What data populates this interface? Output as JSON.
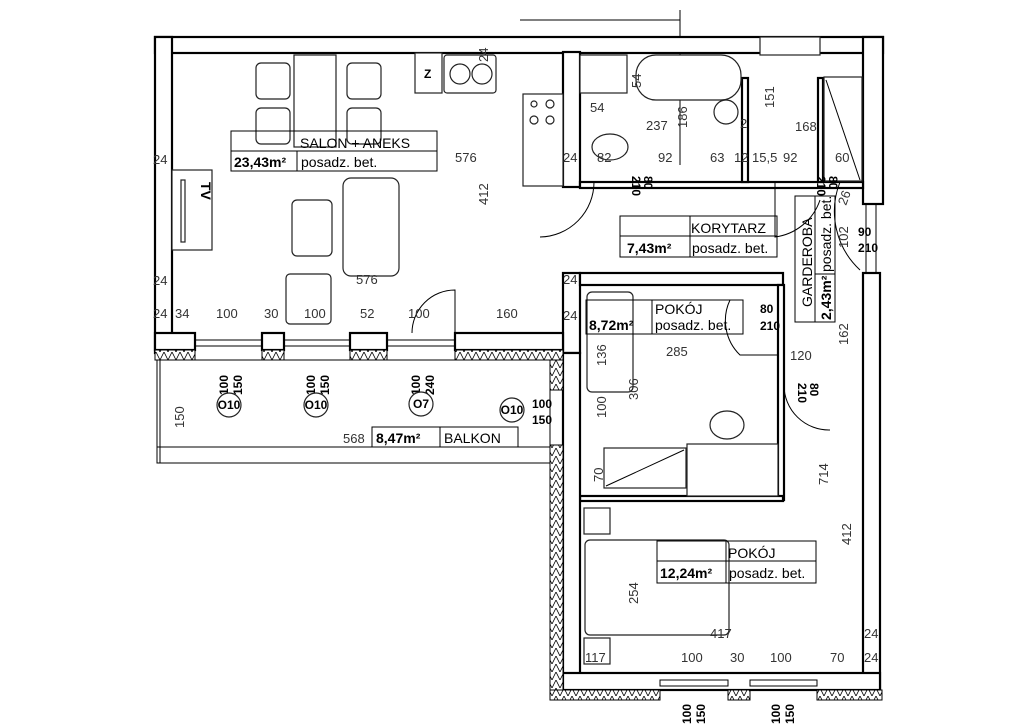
{
  "rooms": {
    "salon": {
      "name": "SALON + ANEKS",
      "area": "23,43m²",
      "floor": "posadz. bet."
    },
    "korytarz": {
      "name": "KORYTARZ",
      "area": "7,43m²",
      "floor": "posadz. bet."
    },
    "pokoj_small": {
      "name": "POKÓJ",
      "area": "8,72m²",
      "floor": "posadz. bet."
    },
    "garderoba": {
      "name": "GARDEROBA",
      "area": "2,43m²",
      "floor": "posadz. bet."
    },
    "pokoj_large": {
      "name": "POKÓJ",
      "area": "12,24m²",
      "floor": "posadz. bet."
    },
    "balkon": {
      "name": "BALKON",
      "area": "8,47m²"
    }
  },
  "symbols": {
    "tv": "TV",
    "fridge": "Z"
  },
  "dimensions": [
    "24",
    "54",
    "54",
    "237",
    "186",
    "151",
    "168",
    "576",
    "24",
    "24",
    "82",
    "92",
    "63",
    "12",
    "15,5",
    "92",
    "60",
    "412",
    "576",
    "24",
    "24",
    "24",
    "34",
    "100",
    "30",
    "100",
    "52",
    "100",
    "160",
    "24",
    "150",
    "568",
    "285",
    "136",
    "306",
    "100",
    "70",
    "120",
    "102",
    "162",
    "714",
    "412",
    "254",
    "417",
    "24",
    "117",
    "100",
    "30",
    "100",
    "70",
    "24",
    "26",
    "2"
  ],
  "windows": [
    {
      "mark": "O10",
      "width": "100",
      "height": "150"
    },
    {
      "mark": "O10",
      "width": "100",
      "height": "150"
    },
    {
      "mark": "O7",
      "width": "100",
      "height": "240"
    },
    {
      "mark": "O10",
      "width": "100",
      "height": "150"
    },
    {
      "mark": "",
      "width": "100",
      "height": "150"
    },
    {
      "mark": "",
      "width": "100",
      "height": "150"
    }
  ],
  "doors": [
    {
      "width": "80",
      "height": "210"
    },
    {
      "width": "80",
      "height": "210"
    },
    {
      "width": "90",
      "height": "210"
    },
    {
      "width": "80",
      "height": "210"
    },
    {
      "width": "80",
      "height": "210"
    }
  ]
}
